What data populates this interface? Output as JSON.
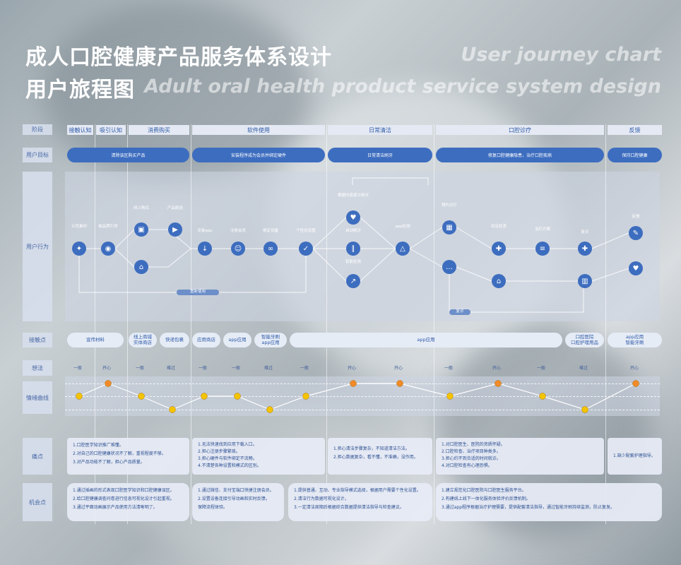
{
  "title_cn_1": "成人口腔健康产品服务体系设计",
  "title_cn_2": "用户旅程图",
  "title_en_1": "User journey chart",
  "title_en_2": "Adult oral health product service system design",
  "row_labels": [
    "阶段",
    "用户目标",
    "用户行为",
    "接触点",
    "想法",
    "情绪曲线",
    "痛点",
    "机会点"
  ],
  "stages": [
    "接触认知",
    "吸引认知",
    "消费购买",
    "软件使用",
    "日常清洁",
    "口腔诊疗",
    "反馈"
  ],
  "goals": [
    "清除该区购买产品",
    "安装程序成为会员并绑定硬件",
    "日常清洁刷牙",
    "修复口腔健康隐患，治疗口腔疾病",
    "保持口腔健康"
  ],
  "behaviors": [
    "示范素材",
    "被品牌引导",
    "线上购买",
    "产品配送",
    "安装app",
    "注册会员",
    "绑定设备",
    "个性化设置",
    "根据内容提示刷牙",
    "自动刷牙",
    "智能检测",
    "app检测",
    "预约诊疗",
    "到店检查",
    "治疗方案",
    "复诊",
    "反馈"
  ],
  "loop_labels": [
    "重新使用",
    "复诊"
  ],
  "touchpoints": [
    "宣传材料",
    "线上商城\n实体商店",
    "快递包裹",
    "应用商店",
    "app应用",
    "智能牙刷\napp应用",
    "app应用",
    "口腔医院\n口腔护理用品",
    "app应用\n智能牙刷"
  ],
  "moods": [
    "一般",
    "开心",
    "一般",
    "难过",
    "一般",
    "一般",
    "难过",
    "一般",
    "开心",
    "开心",
    "一般",
    "开心",
    "一般",
    "难过",
    "开心"
  ],
  "curve_levels": [
    1,
    0,
    1,
    2,
    1,
    1,
    2,
    1,
    0,
    0,
    1,
    0,
    1,
    2,
    0
  ],
  "pain_points": {
    "p1": [
      "1.口腔医学知识推广难懂。",
      "2.对自己的口腔健康状况不了解，重视程度不够。",
      "3.对产品功能不了解，担心产品质量。"
    ],
    "p2": [
      "1.无法快速找到应用下载入口。",
      "2.担心注册步骤繁琐。",
      "3.担心硬件与软件绑定不流畅。",
      "4.不清楚各种设置和模式的区别。"
    ],
    "p3": [
      "1.担心清洁步骤复杂，不知道清洁方法。",
      "2.担心数据复杂，看不懂，不准确，没作用。"
    ],
    "p4": [
      "1.对口腔医生、医院的资质怀疑。",
      "2.口腔检查、治疗项目种类多。",
      "3.担心约不到合适的时间就诊。",
      "4.对口腔检查有心理恐惧。"
    ],
    "p5": [
      "1.缺少配套护理指导。"
    ]
  },
  "opportunities": {
    "o1": [
      "1.通过插画的形式表现口腔医学知识和口腔健康误区。",
      "2.给口腔健康调查问卷进行信息可视化设计引起重视。",
      "3.通过平面动画展示产品使用方法清晰明了。"
    ],
    "o2": [
      "1.通过微信、支付宝端口快捷注册会员。",
      "2.设置设备连接引导动画和实时反馈。",
      "保障流程体验。"
    ],
    "o3": [
      "1.提供普通、互动、专业指导模式选择，根据用户需要个性化设置。",
      "2.清洁行为数据可视化设计。",
      "3.一定清洁周期后根据综合数据提供清洁指导与检查建议。"
    ],
    "o4": [
      "1.建立规范化口腔医院与口腔医生服务平台。",
      "2.构建线上线下一体化服务体验评价反馈机制。",
      "3.通过app程序根据治疗护理需要，提供配套清洁指导，通过智能牙刷持续监测，防止复发。"
    ]
  },
  "colors": {
    "accent": "#3d6dbf",
    "stage_bg": "#e4e9f3",
    "label_text": "#4a6aa6"
  }
}
